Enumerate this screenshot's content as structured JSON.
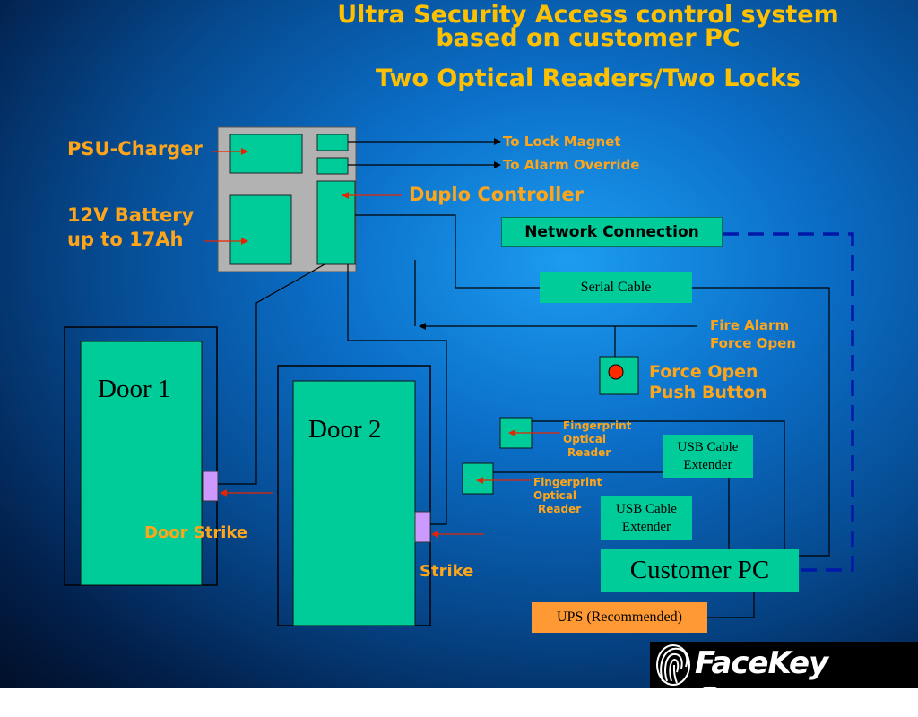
{
  "title": {
    "line1": "Ultra Security Access control system",
    "line2": "based on customer PC",
    "subtitle": "Two Optical Readers/Two Locks"
  },
  "labels": {
    "psu_charger": "PSU-Charger",
    "battery_line1": "12V Battery",
    "battery_line2": "up to 17Ah",
    "to_lock_magnet": "To Lock Magnet",
    "to_alarm_override": "To Alarm Override",
    "duplo_controller": "Duplo Controller",
    "fire_alarm_line1": "Fire Alarm",
    "fire_alarm_line2": "Force Open",
    "force_open_line1": "Force Open",
    "force_open_line2": "Push Button",
    "fingerprint1_line1": "Fingerprint",
    "fingerprint1_line2": "Optical",
    "fingerprint1_line3": "Reader",
    "fingerprint2_line1": "Fingerprint",
    "fingerprint2_line2": "Optical",
    "fingerprint2_line3": "Reader",
    "door_strike": "Door Strike",
    "strike": "Strike"
  },
  "boxes": {
    "network_connection": "Network Connection",
    "serial_cable": "Serial Cable",
    "usb_extender_1_line1": "USB Cable",
    "usb_extender_1_line2": "Extender",
    "usb_extender_2_line1": "USB Cable",
    "usb_extender_2_line2": "Extender",
    "customer_pc": "Customer PC",
    "ups": "UPS (Recommended)"
  },
  "doors": {
    "door1": "Door 1",
    "door2": "Door 2"
  },
  "logo": {
    "text": "FaceKey Corp."
  },
  "colors": {
    "title": "#ffc000",
    "label_orange": "#ffa51a",
    "device_green": "#00cc99",
    "strike_purple": "#cc99ff",
    "panel_gray": "#b2b2b2",
    "button_red": "#ff2a00",
    "ups_orange": "#ff9933",
    "network_dashed": "#0018a8"
  }
}
